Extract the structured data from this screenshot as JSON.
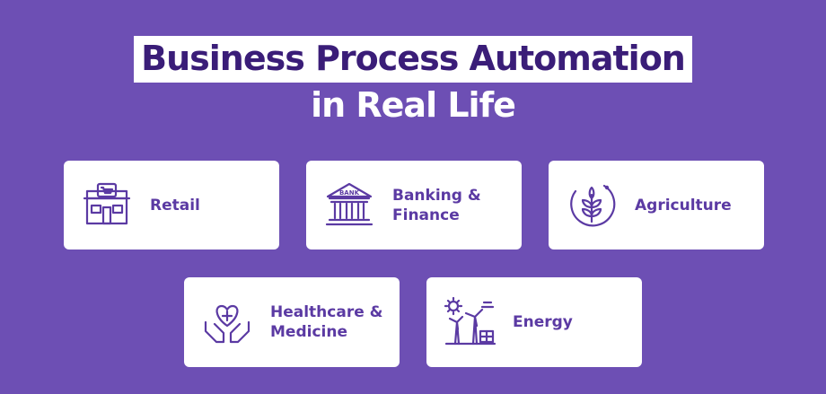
{
  "title": {
    "line1": "Business Process Automation",
    "line2": "in Real Life"
  },
  "cards": [
    {
      "label": "Retail",
      "icon": "store-icon"
    },
    {
      "label": "Banking & Finance",
      "icon": "bank-icon"
    },
    {
      "label": "Agriculture",
      "icon": "wheat-icon"
    },
    {
      "label": "Healthcare & Medicine",
      "icon": "heart-hands-icon"
    },
    {
      "label": "Energy",
      "icon": "wind-solar-icon"
    }
  ],
  "bank_sign": "BANK",
  "colors": {
    "background": "#6d4fb4",
    "title_dark": "#3a1d78",
    "accent": "#5b3aa3",
    "card": "#ffffff"
  }
}
